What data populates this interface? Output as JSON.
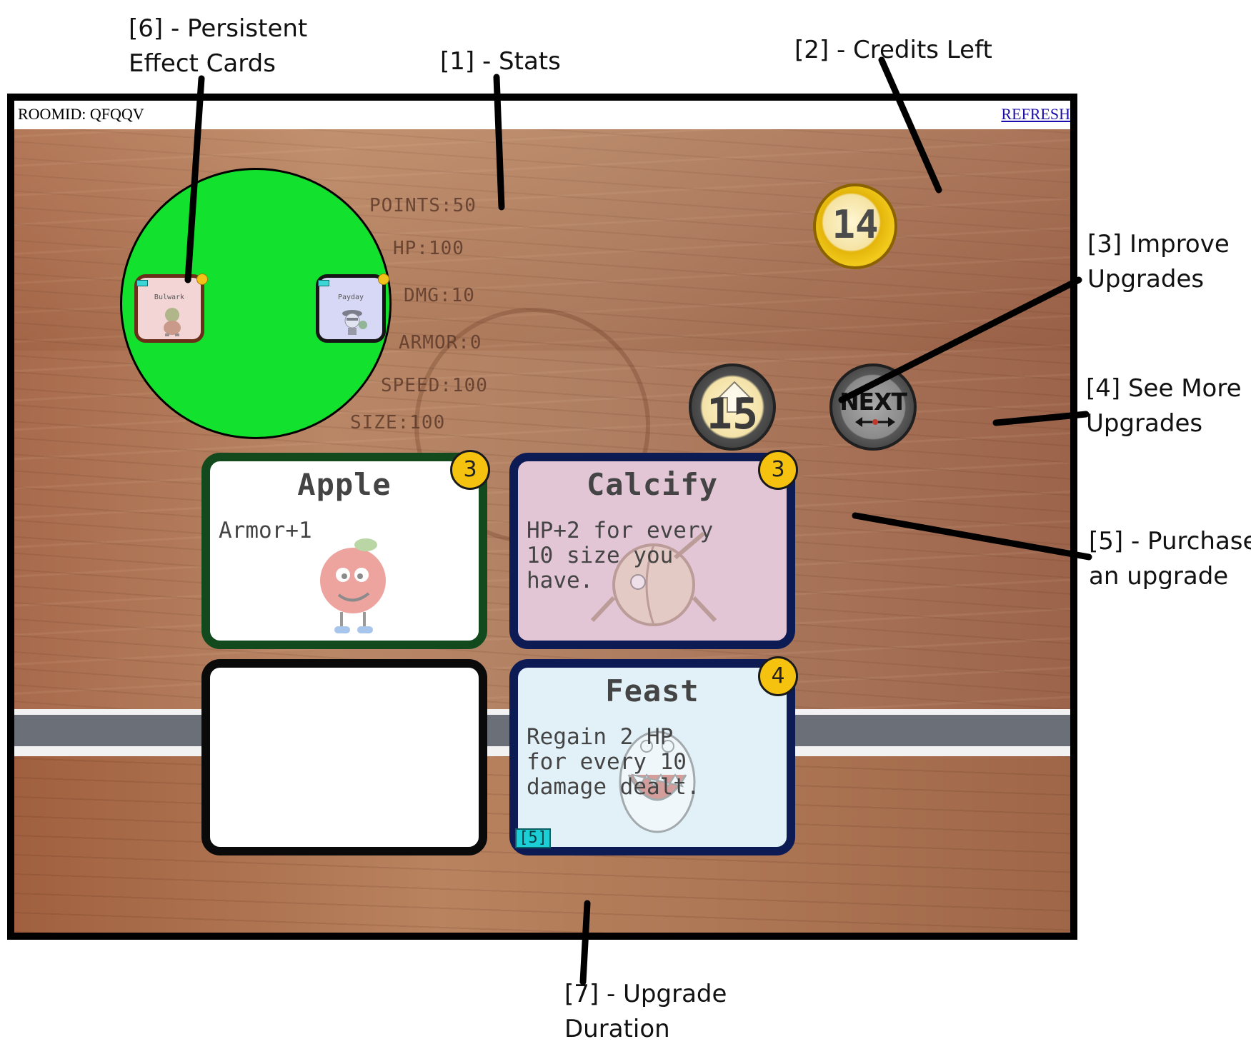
{
  "annotations": {
    "persistent_effect_cards": [
      "[6] - Persistent",
      "Effect Cards"
    ],
    "stats": [
      "[1] - Stats"
    ],
    "credits_left": [
      "[2] - Credits Left"
    ],
    "improve_upgrades": [
      "[3] Improve",
      "Upgrades"
    ],
    "see_more_upgrades": [
      "[4] See More",
      "Upgrades"
    ],
    "purchase_upgrade": [
      "[5] - Purchase",
      "an upgrade"
    ],
    "upgrade_duration": [
      "[7] - Upgrade",
      "Duration"
    ]
  },
  "topbar": {
    "room_id": "ROOMID: QFQQV",
    "refresh_link": "REFRESH"
  },
  "player": {
    "color": "#12e22d",
    "persistent_cards": [
      {
        "name": "Bulwark",
        "color": "#f3d5d5",
        "border": "#6b2e18"
      },
      {
        "name": "Payday",
        "color": "#d7d8f6",
        "border": "#151515"
      }
    ]
  },
  "stats": {
    "points": "POINTS:50",
    "hp": "HP:100",
    "dmg": "DMG:10",
    "armor": "ARMOR:0",
    "speed": "SPEED:100",
    "size": "SIZE:100"
  },
  "credits": {
    "value": "14",
    "icon": "coin-icon"
  },
  "improve_button": {
    "value": "15",
    "icon": "up-arrow-icon"
  },
  "next_button": {
    "label": "NEXT",
    "icon": "double-arrow-icon"
  },
  "upgrade_cards": [
    {
      "title": "Apple",
      "text": "Armor+1",
      "cost": "3",
      "background": "#ffffff",
      "border": "#124a1e",
      "art": "apple-character-icon"
    },
    {
      "title": "Calcify",
      "text": "HP+2 for every\n10 size you\nhave.",
      "cost": "3",
      "background": "#e2c6d6",
      "border": "#0d1b55",
      "art": "bone-creature-icon"
    },
    {
      "title": "",
      "text": "",
      "cost": "",
      "background": "#ffffff",
      "border": "#0a0a0a"
    },
    {
      "title": "Feast",
      "text": "Regain 2 HP\nfor every 10\ndamage dealt.",
      "cost": "4",
      "duration": "[5]",
      "background": "#e2f1f7",
      "border": "#0d1b55",
      "art": "chomper-creature-icon"
    }
  ]
}
